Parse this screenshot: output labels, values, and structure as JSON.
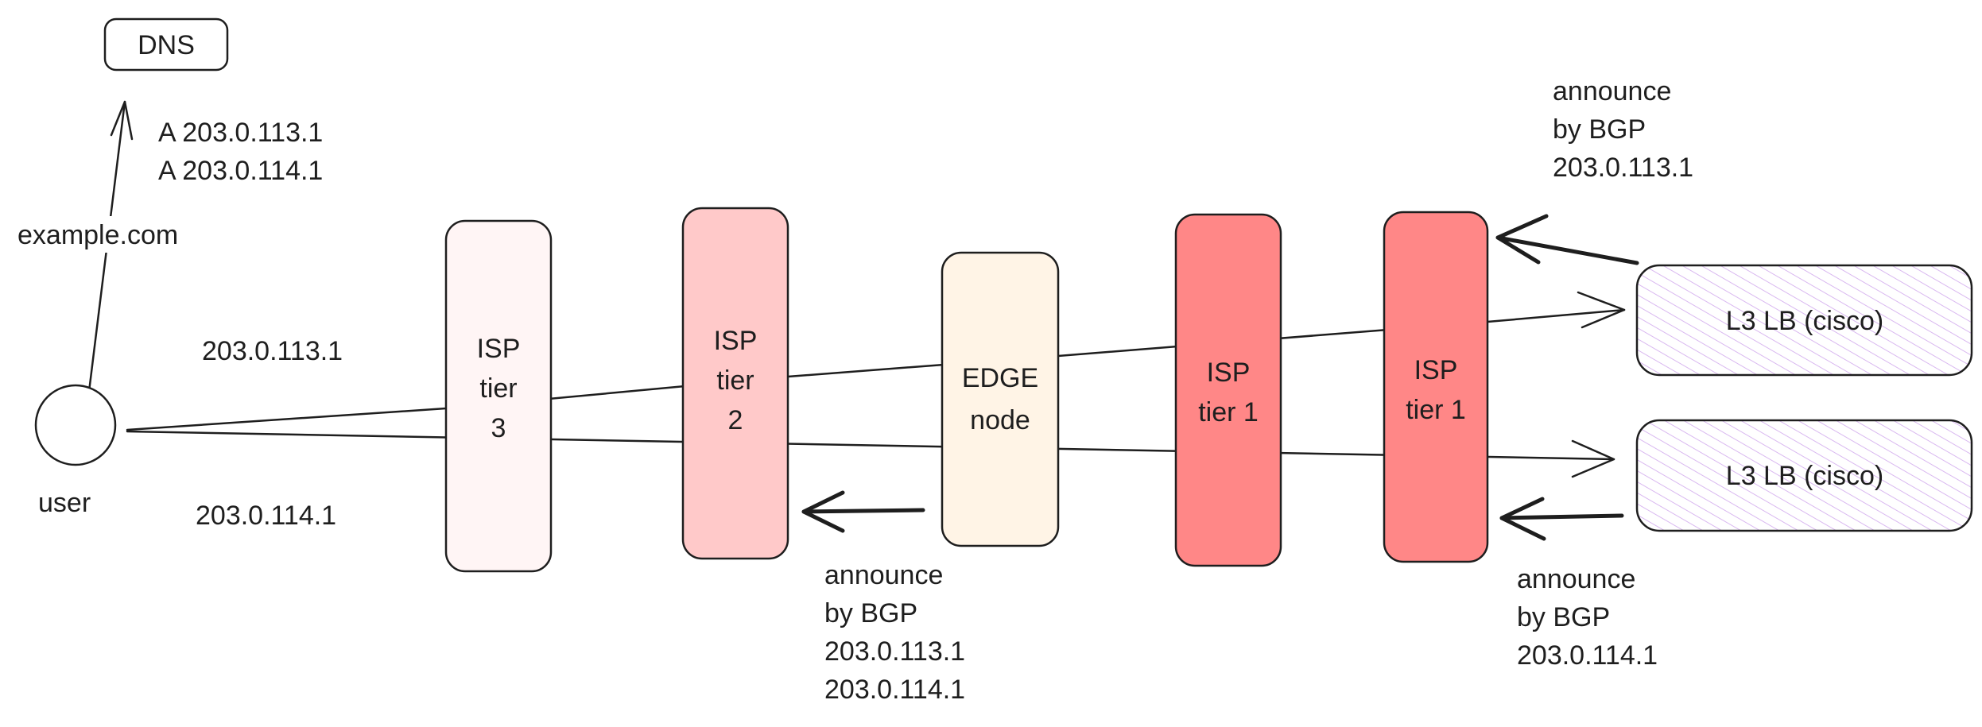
{
  "colors": {
    "isp_tier3": "#fff5f5",
    "isp_tier2": "#ffc9c9",
    "edge_node": "#fff4e6",
    "isp_tier1": "#ff8787",
    "lb_hatch": "#d9b8f0",
    "stroke": "#1e1e1e"
  },
  "dns": {
    "label": "DNS"
  },
  "dns_records": [
    "A 203.0.113.1",
    "A 203.0.114.1"
  ],
  "query_label": "example.com",
  "user": {
    "label": "user"
  },
  "route_labels": {
    "upper": "203.0.113.1",
    "lower": "203.0.114.1"
  },
  "nodes": {
    "isp_tier3": [
      "ISP",
      "tier",
      "3"
    ],
    "isp_tier2": [
      "ISP",
      "tier",
      "2"
    ],
    "edge": [
      "EDGE",
      "node"
    ],
    "isp_tier1_a": [
      "ISP",
      "tier 1"
    ],
    "isp_tier1_b": [
      "ISP",
      "tier 1"
    ],
    "lb_1": "L3 LB (cisco)",
    "lb_2": "L3 LB (cisco)"
  },
  "announcements": {
    "lb1": [
      "announce",
      "by BGP",
      "203.0.113.1"
    ],
    "edge": [
      "announce",
      "by BGP",
      "203.0.113.1",
      "203.0.114.1"
    ],
    "lb2": [
      "announce",
      "by BGP",
      "203.0.114.1"
    ]
  }
}
